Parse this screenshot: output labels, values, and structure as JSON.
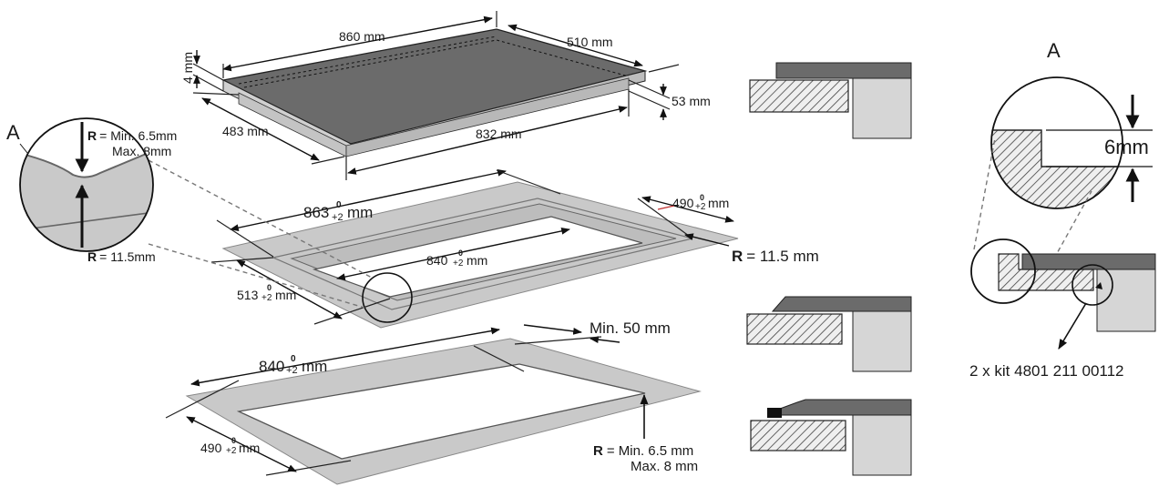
{
  "hob": {
    "width": "860 mm",
    "depth": "510 mm",
    "glass_thickness": "4 mm",
    "height": "53 mm",
    "inner_depth": "483 mm",
    "inner_width": "832 mm"
  },
  "cutout_recess": {
    "width_value": "863",
    "width_tol_top": "0",
    "width_tol_bottom": "2",
    "width_unit": "mm",
    "depth_value": "490",
    "depth_tol_top": "0",
    "depth_tol_bottom": "2",
    "depth_unit": "mm",
    "inner_width_value": "840",
    "inner_width_tol_top": "0",
    "inner_width_tol_bottom": "2",
    "inner_width_unit": "mm",
    "outer_depth_value": "513",
    "outer_depth_tol_top": "0",
    "outer_depth_tol_bottom": "2",
    "outer_depth_unit": "mm",
    "corner_radius_key": "R",
    "corner_radius_value": "= 11.5 mm"
  },
  "detail_left": {
    "label": "A",
    "top_key": "R",
    "top_text": "= Min. 6.5mm",
    "top_text_2": "Max. 8mm",
    "bottom_key": "R",
    "bottom_text": "= 11.5mm"
  },
  "cutout_flat": {
    "width_value": "840",
    "width_tol_top": "0",
    "width_tol_bottom": "2",
    "width_unit": "mm",
    "depth_value": "490",
    "depth_tol_top": "0",
    "depth_tol_bottom": "2",
    "depth_unit": "mm",
    "margin": "Min. 50 mm",
    "radius_key": "R",
    "radius_text": "= Min. 6.5 mm",
    "radius_text_2": "Max. 8 mm"
  },
  "detail_right": {
    "label": "A",
    "thickness": "6mm",
    "kit": "2 x kit 4801 211 00112"
  },
  "colors": {
    "surface": "#c9c9c9",
    "hob_top": "#6a6a6a",
    "hatch": "#555555",
    "cabinet": "#d6d6d6",
    "line": "#1a1a1a"
  }
}
